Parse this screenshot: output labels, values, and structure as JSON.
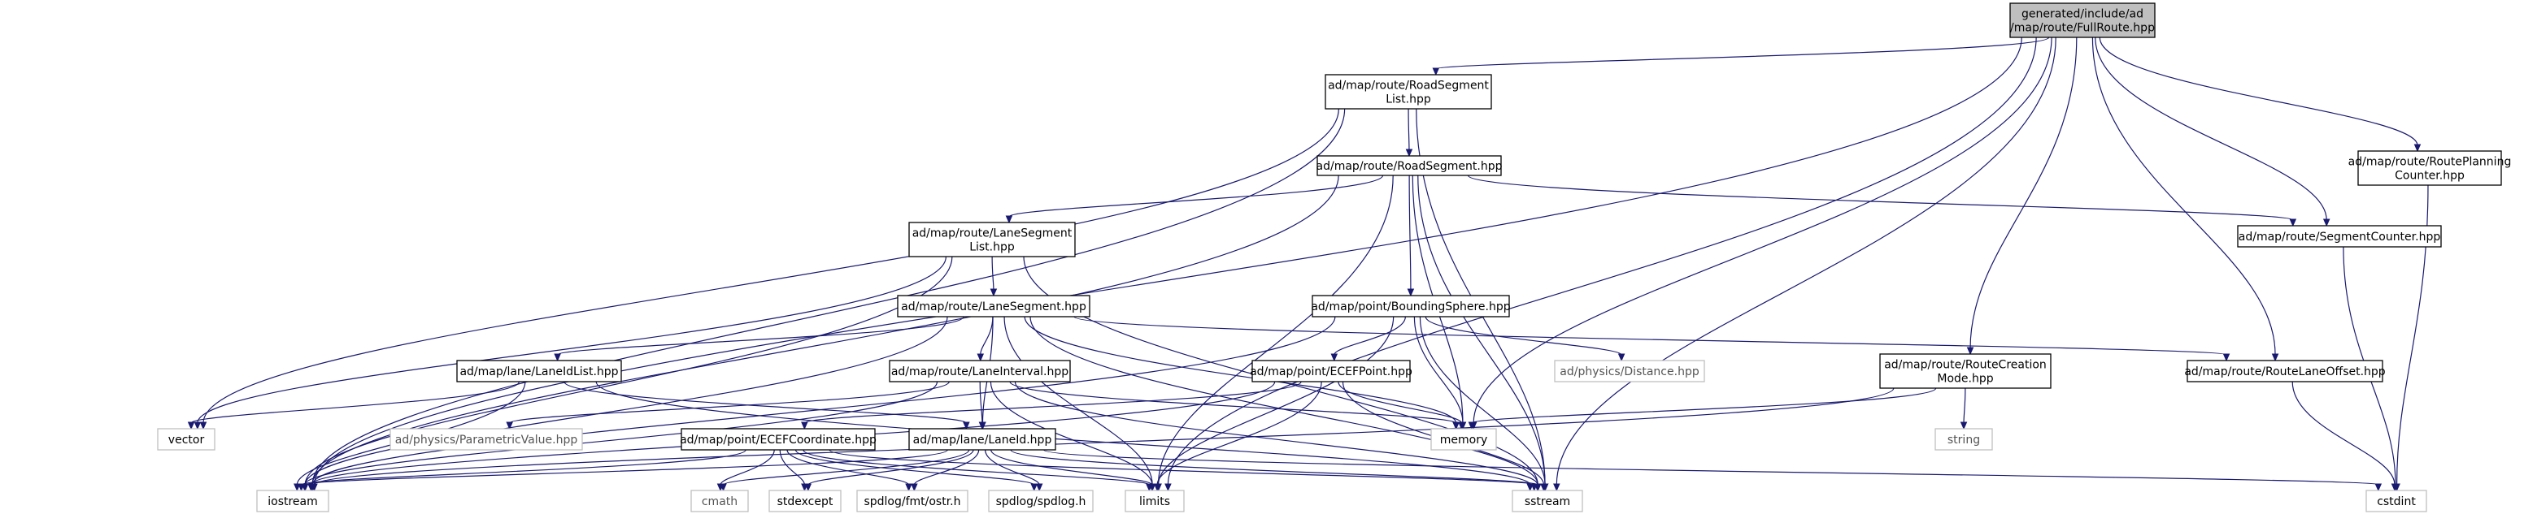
{
  "diagram": {
    "type": "include-dependency-graph",
    "colors": {
      "edge": "#191970",
      "root_fill": "#bfbfbf",
      "node_border": "#000000",
      "system_border": "#bfbfbf",
      "background": "#ffffff"
    },
    "nodes": [
      {
        "id": "fullroute",
        "kind": "root",
        "lines": [
          "generated/include/ad",
          "/map/route/FullRoute.hpp"
        ]
      },
      {
        "id": "roadsegmentlist",
        "kind": "file",
        "lines": [
          "ad/map/route/RoadSegment",
          "List.hpp"
        ]
      },
      {
        "id": "roadsegment",
        "kind": "file",
        "lines": [
          "ad/map/route/RoadSegment.hpp"
        ]
      },
      {
        "id": "lanesegmentlist",
        "kind": "file",
        "lines": [
          "ad/map/route/LaneSegment",
          "List.hpp"
        ]
      },
      {
        "id": "lanesegment",
        "kind": "file",
        "lines": [
          "ad/map/route/LaneSegment.hpp"
        ]
      },
      {
        "id": "boundingsphere",
        "kind": "file",
        "lines": [
          "ad/map/point/BoundingSphere.hpp"
        ]
      },
      {
        "id": "laneidlist",
        "kind": "file",
        "lines": [
          "ad/map/lane/LaneIdList.hpp"
        ]
      },
      {
        "id": "laneinterval",
        "kind": "file",
        "lines": [
          "ad/map/route/LaneInterval.hpp"
        ]
      },
      {
        "id": "ecefpoint",
        "kind": "file",
        "lines": [
          "ad/map/point/ECEFPoint.hpp"
        ]
      },
      {
        "id": "ecefcoordinate",
        "kind": "file",
        "lines": [
          "ad/map/point/ECEFCoordinate.hpp"
        ]
      },
      {
        "id": "laneid",
        "kind": "file",
        "lines": [
          "ad/map/lane/LaneId.hpp"
        ]
      },
      {
        "id": "routecreationmode",
        "kind": "file",
        "lines": [
          "ad/map/route/RouteCreation",
          "Mode.hpp"
        ]
      },
      {
        "id": "routelaneoffset",
        "kind": "file",
        "lines": [
          "ad/map/route/RouteLaneOffset.hpp"
        ]
      },
      {
        "id": "segmentcounter",
        "kind": "file",
        "lines": [
          "ad/map/route/SegmentCounter.hpp"
        ]
      },
      {
        "id": "routeplanningcounter",
        "kind": "file",
        "lines": [
          "ad/map/route/RoutePlanning",
          "Counter.hpp"
        ]
      },
      {
        "id": "physicsdistance",
        "kind": "dim",
        "lines": [
          "ad/physics/Distance.hpp"
        ]
      },
      {
        "id": "parametricvalue",
        "kind": "dim",
        "lines": [
          "ad/physics/ParametricValue.hpp"
        ]
      },
      {
        "id": "vector",
        "kind": "system",
        "lines": [
          "vector"
        ]
      },
      {
        "id": "memory",
        "kind": "system",
        "lines": [
          "memory"
        ]
      },
      {
        "id": "string",
        "kind": "dim",
        "lines": [
          "string"
        ]
      },
      {
        "id": "iostream",
        "kind": "system",
        "lines": [
          "iostream"
        ]
      },
      {
        "id": "cmath",
        "kind": "dim",
        "lines": [
          "cmath"
        ]
      },
      {
        "id": "stdexcept",
        "kind": "system",
        "lines": [
          "stdexcept"
        ]
      },
      {
        "id": "fmtostr",
        "kind": "system",
        "lines": [
          "spdlog/fmt/ostr.h"
        ]
      },
      {
        "id": "spdlog",
        "kind": "system",
        "lines": [
          "spdlog/spdlog.h"
        ]
      },
      {
        "id": "limits",
        "kind": "system",
        "lines": [
          "limits"
        ]
      },
      {
        "id": "sstream",
        "kind": "system",
        "lines": [
          "sstream"
        ]
      },
      {
        "id": "cstdint",
        "kind": "system",
        "lines": [
          "cstdint"
        ]
      }
    ],
    "edges": [
      [
        "fullroute",
        "roadsegmentlist"
      ],
      [
        "fullroute",
        "iostream"
      ],
      [
        "fullroute",
        "limits"
      ],
      [
        "fullroute",
        "memory"
      ],
      [
        "fullroute",
        "sstream"
      ],
      [
        "fullroute",
        "routecreationmode"
      ],
      [
        "fullroute",
        "routelaneoffset"
      ],
      [
        "fullroute",
        "segmentcounter"
      ],
      [
        "fullroute",
        "routeplanningcounter"
      ],
      [
        "roadsegmentlist",
        "roadsegment"
      ],
      [
        "roadsegmentlist",
        "iostream"
      ],
      [
        "roadsegmentlist",
        "vector"
      ],
      [
        "roadsegmentlist",
        "sstream"
      ],
      [
        "roadsegment",
        "lanesegmentlist"
      ],
      [
        "roadsegment",
        "boundingsphere"
      ],
      [
        "roadsegment",
        "segmentcounter"
      ],
      [
        "roadsegment",
        "iostream"
      ],
      [
        "roadsegment",
        "limits"
      ],
      [
        "roadsegment",
        "memory"
      ],
      [
        "roadsegment",
        "sstream"
      ],
      [
        "lanesegmentlist",
        "lanesegment"
      ],
      [
        "lanesegmentlist",
        "iostream"
      ],
      [
        "lanesegmentlist",
        "vector"
      ],
      [
        "lanesegmentlist",
        "sstream"
      ],
      [
        "lanesegment",
        "laneidlist"
      ],
      [
        "lanesegment",
        "laneinterval"
      ],
      [
        "lanesegment",
        "laneid"
      ],
      [
        "lanesegment",
        "routelaneoffset"
      ],
      [
        "lanesegment",
        "iostream"
      ],
      [
        "lanesegment",
        "limits"
      ],
      [
        "lanesegment",
        "memory"
      ],
      [
        "lanesegment",
        "sstream"
      ],
      [
        "boundingsphere",
        "ecefpoint"
      ],
      [
        "boundingsphere",
        "physicsdistance"
      ],
      [
        "boundingsphere",
        "iostream"
      ],
      [
        "boundingsphere",
        "limits"
      ],
      [
        "boundingsphere",
        "memory"
      ],
      [
        "boundingsphere",
        "sstream"
      ],
      [
        "laneidlist",
        "laneid"
      ],
      [
        "laneidlist",
        "vector"
      ],
      [
        "laneidlist",
        "iostream"
      ],
      [
        "laneidlist",
        "sstream"
      ],
      [
        "laneinterval",
        "laneid"
      ],
      [
        "laneinterval",
        "parametricvalue"
      ],
      [
        "laneinterval",
        "iostream"
      ],
      [
        "laneinterval",
        "limits"
      ],
      [
        "laneinterval",
        "memory"
      ],
      [
        "laneinterval",
        "sstream"
      ],
      [
        "ecefpoint",
        "ecefcoordinate"
      ],
      [
        "ecefpoint",
        "iostream"
      ],
      [
        "ecefpoint",
        "limits"
      ],
      [
        "ecefpoint",
        "memory"
      ],
      [
        "ecefpoint",
        "sstream"
      ],
      [
        "ecefcoordinate",
        "cmath"
      ],
      [
        "ecefcoordinate",
        "stdexcept"
      ],
      [
        "ecefcoordinate",
        "fmtostr"
      ],
      [
        "ecefcoordinate",
        "spdlog"
      ],
      [
        "ecefcoordinate",
        "limits"
      ],
      [
        "ecefcoordinate",
        "iostream"
      ],
      [
        "ecefcoordinate",
        "sstream"
      ],
      [
        "laneid",
        "cmath"
      ],
      [
        "laneid",
        "stdexcept"
      ],
      [
        "laneid",
        "fmtostr"
      ],
      [
        "laneid",
        "spdlog"
      ],
      [
        "laneid",
        "limits"
      ],
      [
        "laneid",
        "iostream"
      ],
      [
        "laneid",
        "sstream"
      ],
      [
        "laneid",
        "cstdint"
      ],
      [
        "routecreationmode",
        "iostream"
      ],
      [
        "routecreationmode",
        "memory"
      ],
      [
        "routecreationmode",
        "string"
      ],
      [
        "routelaneoffset",
        "cstdint"
      ],
      [
        "segmentcounter",
        "cstdint"
      ],
      [
        "routeplanningcounter",
        "cstdint"
      ]
    ]
  }
}
